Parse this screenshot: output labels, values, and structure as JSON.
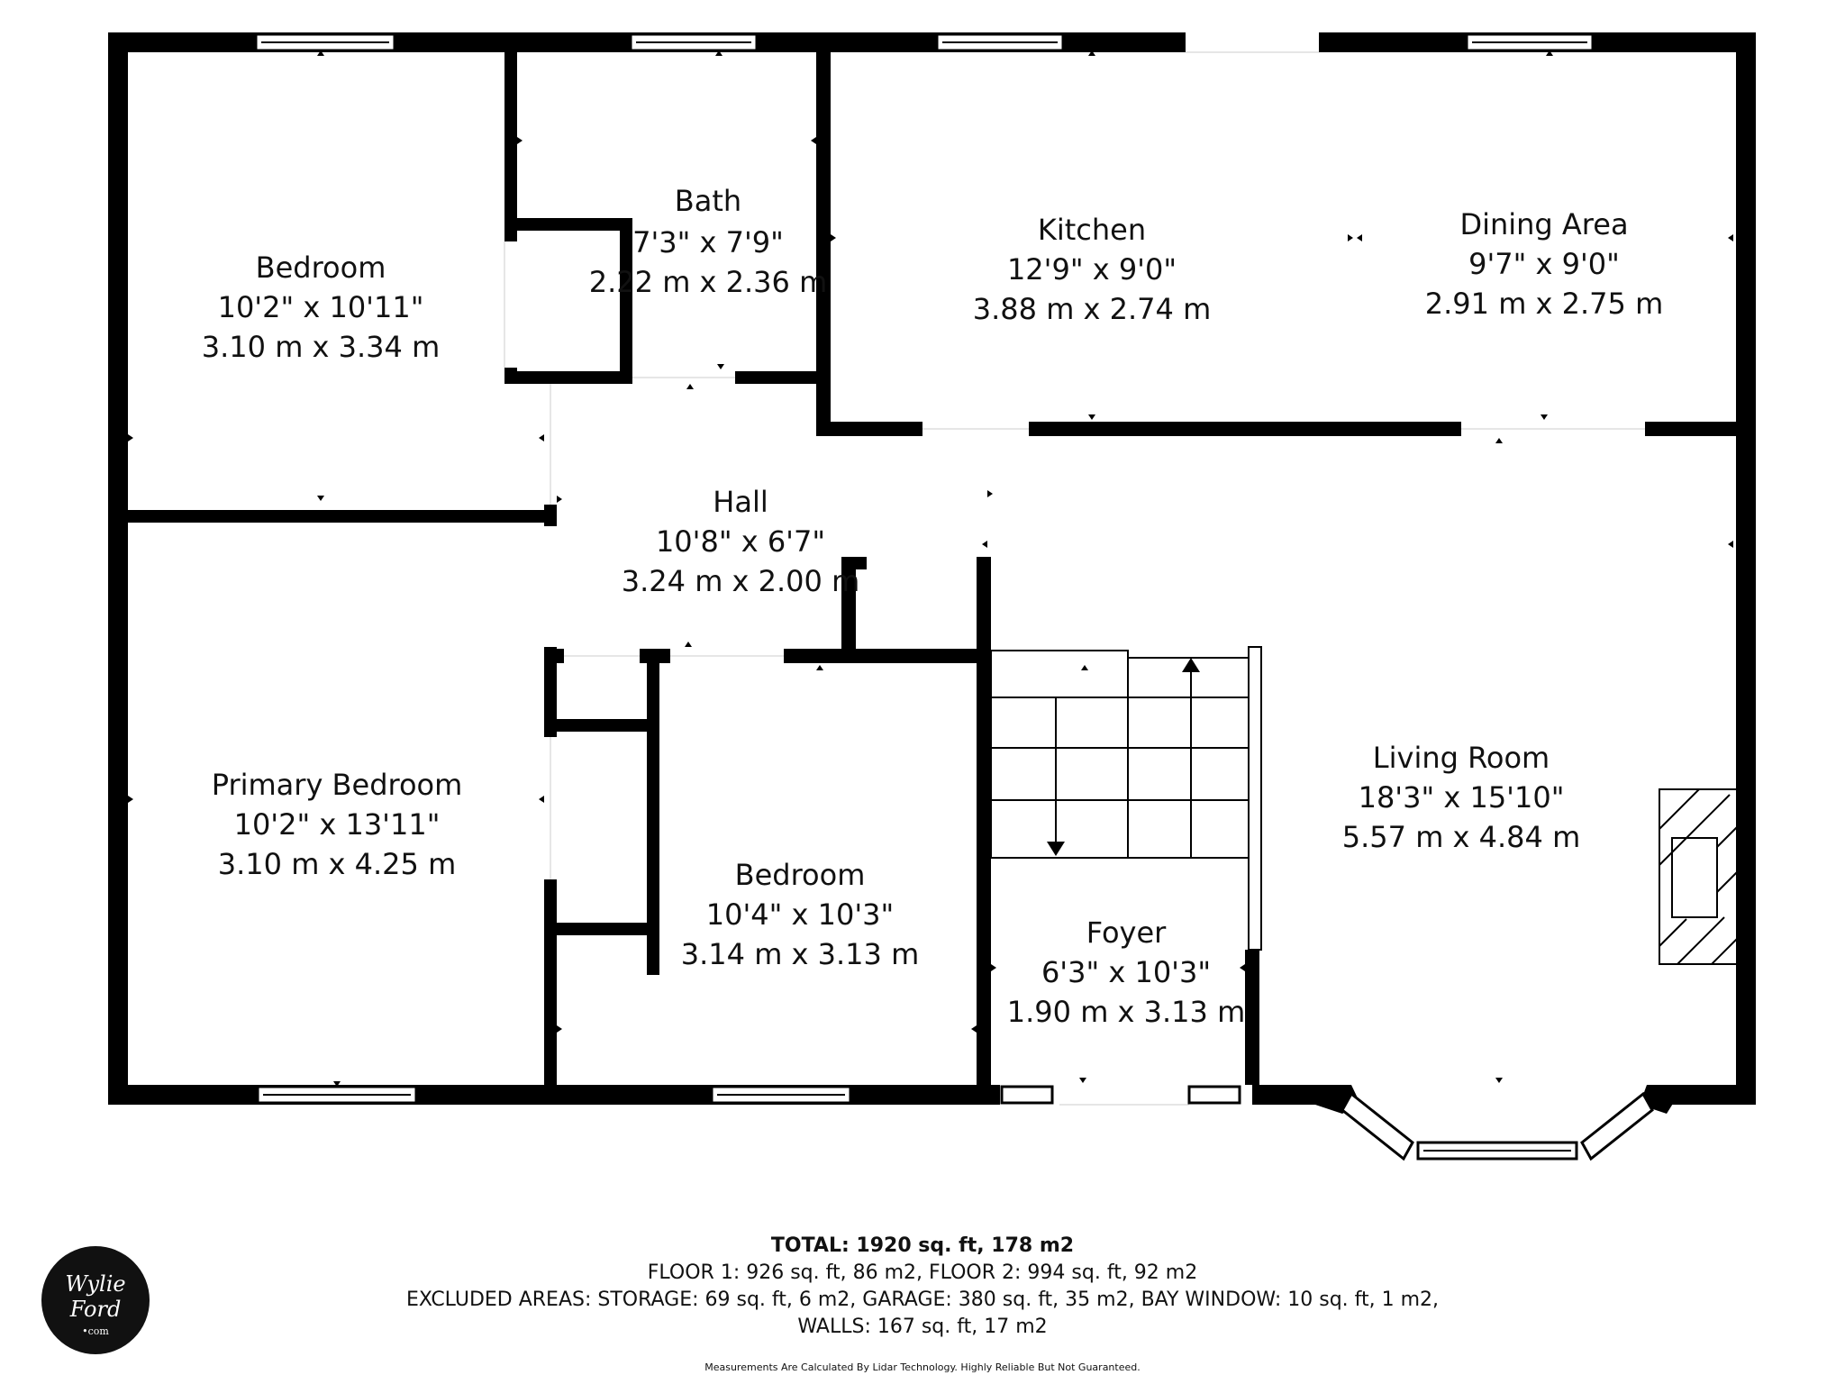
{
  "rooms": [
    {
      "name": "Bedroom",
      "imperial": "10'2\" x 10'11\"",
      "metric": "3.10 m x 3.34 m"
    },
    {
      "name": "Bath",
      "imperial": "7'3\" x 7'9\"",
      "metric": "2.22 m x 2.36 m"
    },
    {
      "name": "Kitchen",
      "imperial": "12'9\" x 9'0\"",
      "metric": "3.88 m x 2.74 m"
    },
    {
      "name": "Dining Area",
      "imperial": "9'7\" x 9'0\"",
      "metric": "2.91 m x 2.75 m"
    },
    {
      "name": "Hall",
      "imperial": "10'8\" x 6'7\"",
      "metric": "3.24 m x 2.00 m"
    },
    {
      "name": "Primary Bedroom",
      "imperial": "10'2\" x 13'11\"",
      "metric": "3.10 m x 4.25 m"
    },
    {
      "name": "Bedroom",
      "imperial": "10'4\" x 10'3\"",
      "metric": "3.14 m x 3.13 m"
    },
    {
      "name": "Living Room",
      "imperial": "18'3\" x 15'10\"",
      "metric": "5.57 m x 4.84 m"
    },
    {
      "name": "Foyer",
      "imperial": "6'3\" x 10'3\"",
      "metric": "1.90 m x 3.13 m"
    }
  ],
  "summary": {
    "total": "TOTAL: 1920 sq. ft, 178 m2",
    "floors": "FLOOR 1: 926 sq. ft, 86 m2, FLOOR 2: 994 sq. ft, 92 m2",
    "excluded": "EXCLUDED AREAS: STORAGE: 69 sq. ft, 6 m2, GARAGE: 380 sq. ft, 35 m2, BAY WINDOW: 10 sq. ft, 1 m2,",
    "walls": "WALLS: 167 sq. ft, 17 m2",
    "disclaimer": "Measurements Are Calculated By Lidar Technology. Highly Reliable But Not Guaranteed."
  },
  "logo": {
    "line1": "Wylie",
    "line2": "Ford",
    "line3": "•com"
  },
  "colors": {
    "wall": "#000000",
    "background": "#ffffff",
    "window": "#ffffff"
  }
}
